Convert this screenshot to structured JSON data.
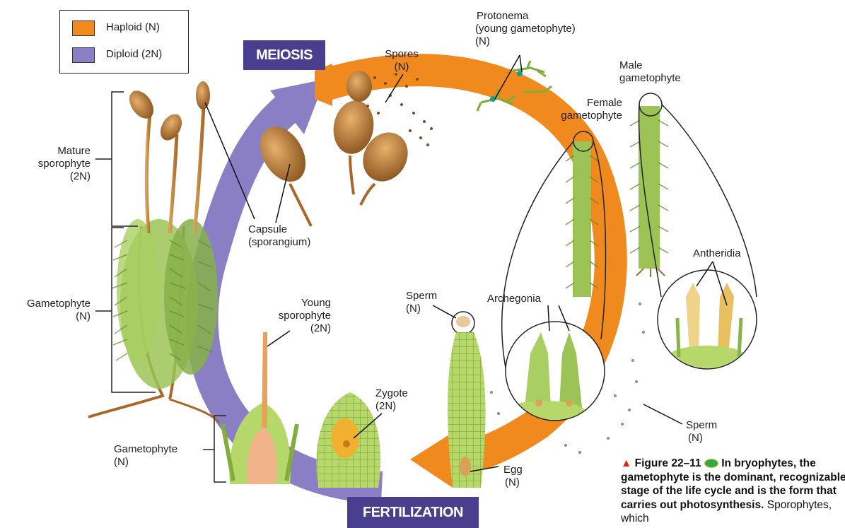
{
  "legend": {
    "haploid": {
      "label": "Haploid (N)",
      "color": "#f08a1e"
    },
    "diploid": {
      "label": "Diploid (2N)",
      "color": "#8a7fc4"
    }
  },
  "stages": {
    "meiosis": "MEIOSIS",
    "fertilization": "FERTILIZATION"
  },
  "labels": {
    "mature_sporophyte": [
      "Mature",
      "sporophyte",
      "(2N)"
    ],
    "gametophyte_left": [
      "Gametophyte",
      "(N)"
    ],
    "gametophyte_bottom": [
      "Gametophyte",
      "(N)"
    ],
    "capsule": [
      "Capsule",
      "(sporangium)"
    ],
    "spores": [
      "Spores",
      "(N)"
    ],
    "protonema": [
      "Protonema",
      "(young gametophyte)",
      "(N)"
    ],
    "male_gametophyte": [
      "Male",
      "gametophyte"
    ],
    "female_gametophyte": [
      "Female",
      "gametophyte"
    ],
    "antheridia": "Antheridia",
    "archegonia": "Archegonia",
    "sperm_left": [
      "Sperm",
      "(N)"
    ],
    "sperm_right": [
      "Sperm",
      "(N)"
    ],
    "young_sporophyte": [
      "Young",
      "sporophyte",
      "(2N)"
    ],
    "zygote": [
      "Zygote",
      "(2N)"
    ],
    "egg": [
      "Egg",
      "(N)"
    ]
  },
  "caption": {
    "figure": "Figure 22–11",
    "bold_text": "In bryophytes, the gametophyte is the dominant, recognizable stage of the life cycle and is the form that carries out photosynthesis.",
    "normal_text": "Sporophytes, which"
  },
  "colors": {
    "haploid_arrow": "#f08a1e",
    "diploid_arrow": "#8a7fc4",
    "stage_box": "#4a3f8f",
    "plant_green": "#9cc356",
    "plant_dark": "#5f8a2a",
    "capsule_brown": "#b77a35"
  }
}
